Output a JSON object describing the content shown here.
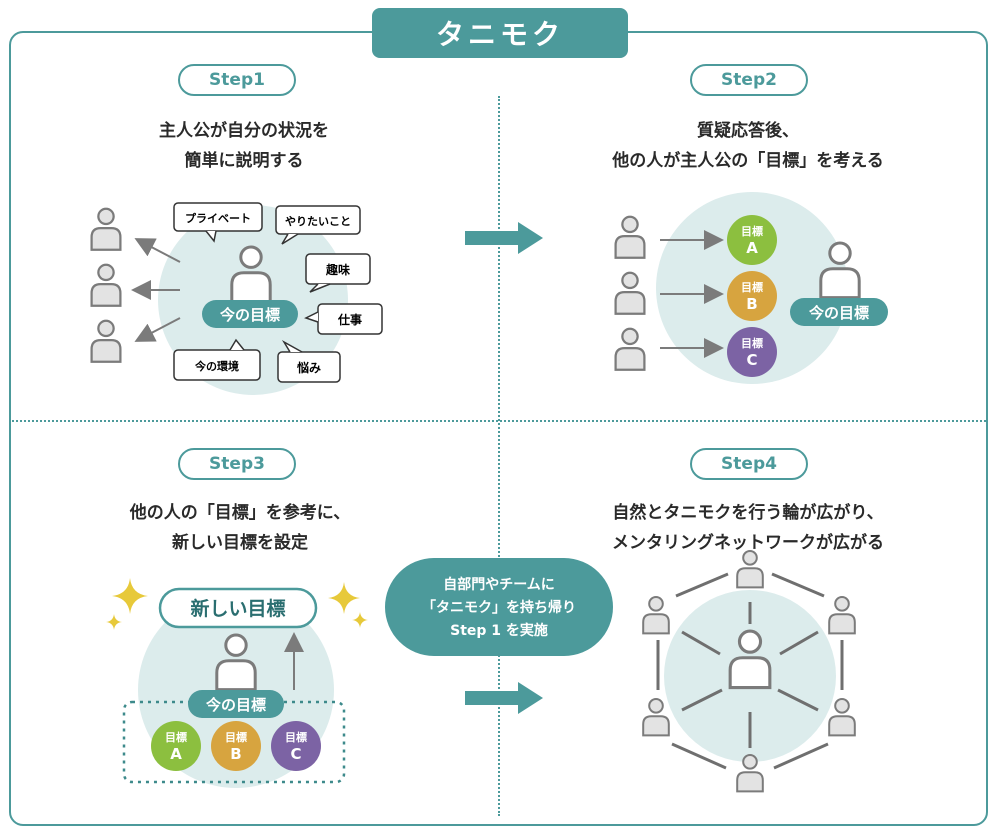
{
  "title": "タニモク",
  "colors": {
    "teal": "#4c9a9b",
    "light_teal": "#dcecec",
    "gray": "#8a8a8a",
    "green": "#8cbf3f",
    "gold": "#d7a43f",
    "purple": "#7c63a4"
  },
  "step1": {
    "label": "Step1",
    "desc_line1": "主人公が自分の状況を",
    "desc_line2": "簡単に説明する",
    "center_label": "今の目標",
    "bubbles": [
      "プライベート",
      "やりたいこと",
      "趣味",
      "仕事",
      "悩み",
      "今の環境"
    ]
  },
  "step2": {
    "label": "Step2",
    "desc_line1": "質疑応答後、",
    "desc_line2": "他の人が主人公の「目標」を考える",
    "goal_word": "目標",
    "goals": [
      "A",
      "B",
      "C"
    ],
    "center_label": "今の目標"
  },
  "step3": {
    "label": "Step3",
    "desc_line1": "他の人の「目標」を参考に、",
    "desc_line2": "新しい目標を設定",
    "new_goal_label": "新しい目標",
    "current_label": "今の目標",
    "goal_word": "目標",
    "goals": [
      "A",
      "B",
      "C"
    ]
  },
  "step4": {
    "label": "Step4",
    "desc_line1": "自然とタニモクを行う輪が広がり、",
    "desc_line2": "メンタリングネットワークが広がる"
  },
  "center_bubble": {
    "line1": "自部門やチームに",
    "line2": "「タニモク」を持ち帰り",
    "line3": "Step 1 を実施"
  }
}
